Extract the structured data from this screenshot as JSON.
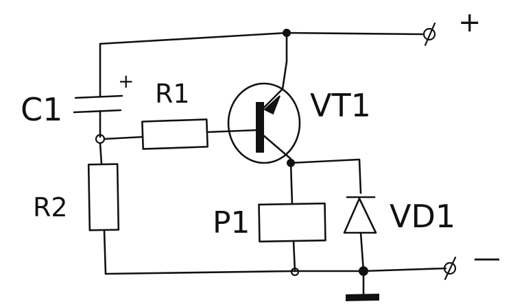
{
  "labels": {
    "c1": "C1",
    "c1_polarity": "+",
    "r1": "R1",
    "r2": "R2",
    "vt1": "VT1",
    "p1": "P1",
    "vd1": "VD1",
    "terminal_positive": "+",
    "terminal_negative": "—"
  },
  "colors": {
    "ink": "#111111",
    "paper": "#ffffff"
  }
}
